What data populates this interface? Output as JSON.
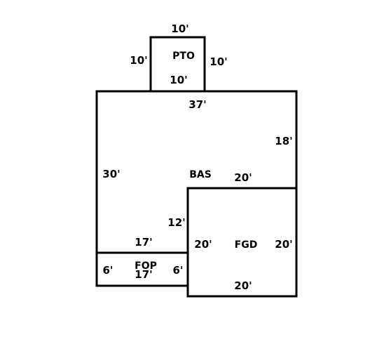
{
  "areas": {
    "pto": {
      "name": "PTO",
      "dim_top": "10'",
      "dim_left": "10'",
      "dim_right": "10'",
      "dim_bottom": "10'"
    },
    "bas": {
      "name": "BAS",
      "dim_top": "37'",
      "dim_right": "18'",
      "dim_left": "30'",
      "dim_step": "20'",
      "dim_inner": "12'",
      "dim_bottom": "17'"
    },
    "fop": {
      "name": "FOP",
      "dim_left": "6'",
      "dim_bottom": "17'",
      "dim_right": "6'"
    },
    "fgd": {
      "name": "FGD",
      "dim_left": "20'",
      "dim_right": "20'",
      "dim_bottom": "20'"
    }
  },
  "colors": {
    "line": "#000000",
    "text": "#000000",
    "background": "#ffffff"
  }
}
